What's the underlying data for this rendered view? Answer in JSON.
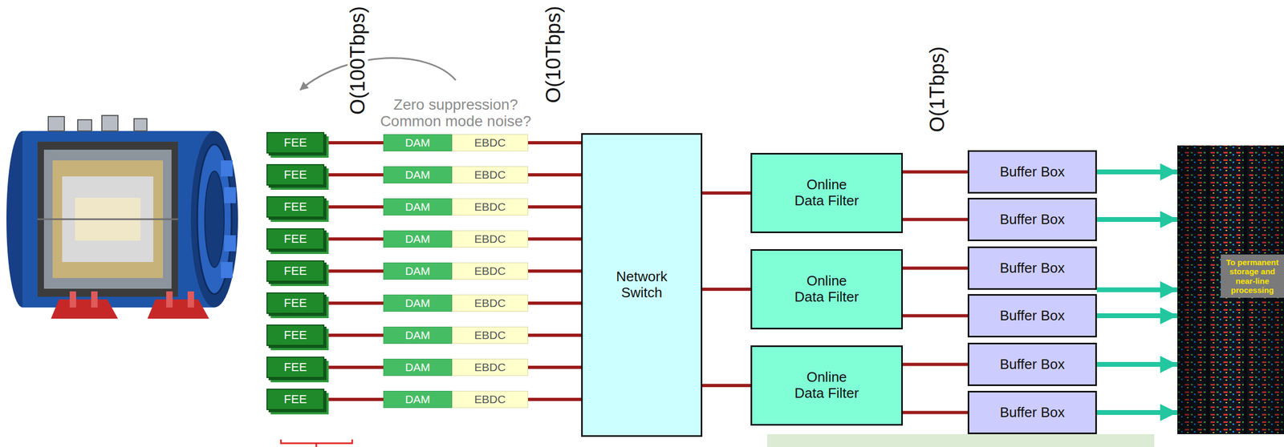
{
  "diagram": {
    "nodes": [
      {
        "text": [
          "FEE"
        ]
      },
      {
        "text": [
          "DAM"
        ]
      },
      {
        "text": [
          "EBDC"
        ]
      },
      {
        "text": [
          "FEE"
        ]
      },
      {
        "text": [
          "DAM"
        ]
      },
      {
        "text": [
          "EBDC"
        ]
      },
      {
        "text": [
          "FEE"
        ]
      },
      {
        "text": [
          "DAM"
        ]
      },
      {
        "text": [
          "EBDC"
        ]
      },
      {
        "text": [
          "FEE"
        ]
      },
      {
        "text": [
          "DAM"
        ]
      },
      {
        "text": [
          "EBDC"
        ]
      },
      {
        "text": [
          "FEE"
        ]
      },
      {
        "text": [
          "DAM"
        ]
      },
      {
        "text": [
          "EBDC"
        ]
      },
      {
        "text": [
          "FEE"
        ]
      },
      {
        "text": [
          "DAM"
        ]
      },
      {
        "text": [
          "EBDC"
        ]
      },
      {
        "text": [
          "FEE"
        ]
      },
      {
        "text": [
          "DAM"
        ]
      },
      {
        "text": [
          "EBDC"
        ]
      },
      {
        "text": [
          "FEE"
        ]
      },
      {
        "text": [
          "DAM"
        ]
      },
      {
        "text": [
          "EBDC"
        ]
      },
      {
        "text": [
          "FEE"
        ]
      },
      {
        "text": [
          "DAM"
        ]
      },
      {
        "text": [
          "EBDC"
        ]
      },
      {
        "text": [
          "Network Switch"
        ]
      },
      {
        "text": [
          "Online Data Filter"
        ]
      },
      {
        "text": [
          "Online Data Filter"
        ]
      },
      {
        "text": [
          "Online Data Filter"
        ]
      },
      {
        "text": [
          "Buffer Box"
        ]
      },
      {
        "text": [
          "Buffer Box"
        ]
      },
      {
        "text": [
          "Buffer Box"
        ]
      },
      {
        "text": [
          "Buffer Box"
        ]
      },
      {
        "text": [
          "Buffer Box"
        ]
      },
      {
        "text": [
          "Buffer Box"
        ]
      },
      {
        "text": [
          "To permanent storage and near-line processing"
        ]
      }
    ],
    "edges": [
      {
        "from": 0,
        "to": 1,
        "arrow": "none"
      },
      {
        "from": 3,
        "to": 4,
        "arrow": "none"
      },
      {
        "from": 6,
        "to": 7,
        "arrow": "none"
      },
      {
        "from": 9,
        "to": 10,
        "arrow": "none"
      },
      {
        "from": 12,
        "to": 13,
        "arrow": "none"
      },
      {
        "from": 15,
        "to": 16,
        "arrow": "none"
      },
      {
        "from": 18,
        "to": 19,
        "arrow": "none"
      },
      {
        "from": 21,
        "to": 22,
        "arrow": "none"
      },
      {
        "from": 24,
        "to": 25,
        "arrow": "none"
      },
      {
        "from": 2,
        "to": 27,
        "arrow": "none"
      },
      {
        "from": 5,
        "to": 27,
        "arrow": "none"
      },
      {
        "from": 8,
        "to": 27,
        "arrow": "none"
      },
      {
        "from": 11,
        "to": 27,
        "arrow": "none"
      },
      {
        "from": 14,
        "to": 27,
        "arrow": "none"
      },
      {
        "from": 17,
        "to": 27,
        "arrow": "none"
      },
      {
        "from": 20,
        "to": 27,
        "arrow": "none"
      },
      {
        "from": 23,
        "to": 27,
        "arrow": "none"
      },
      {
        "from": 26,
        "to": 27,
        "arrow": "none"
      },
      {
        "from": 27,
        "to": 28,
        "arrow": "none"
      },
      {
        "from": 27,
        "to": 29,
        "arrow": "none"
      },
      {
        "from": 27,
        "to": 30,
        "arrow": "none"
      },
      {
        "from": 28,
        "to": 31,
        "arrow": "none"
      },
      {
        "from": 28,
        "to": 32,
        "arrow": "none"
      },
      {
        "from": 29,
        "to": 33,
        "arrow": "none"
      },
      {
        "from": 29,
        "to": 34,
        "arrow": "none"
      },
      {
        "from": 30,
        "to": 35,
        "arrow": "none"
      },
      {
        "from": 30,
        "to": 36,
        "arrow": "none"
      },
      {
        "from": 31,
        "to": 37,
        "arrow": "to"
      },
      {
        "from": 32,
        "to": 37,
        "arrow": "to"
      },
      {
        "from": 33,
        "to": 37,
        "arrow": "to"
      },
      {
        "from": 34,
        "to": 37,
        "arrow": "to"
      },
      {
        "from": 35,
        "to": 37,
        "arrow": "to"
      },
      {
        "from": 36,
        "to": 37,
        "arrow": "to"
      }
    ],
    "labels": [
      "O(100Tbps)",
      "Zero suppression? Common mode noise?",
      "O(10Tbps)",
      "O(1Tbps)"
    ]
  }
}
